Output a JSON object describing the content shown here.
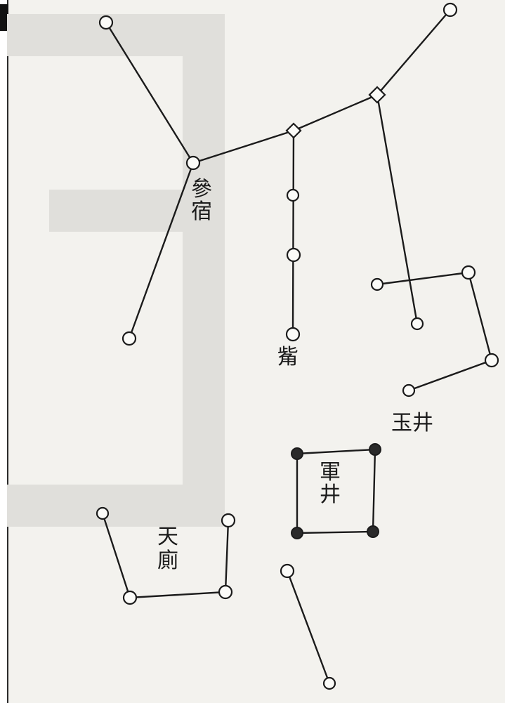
{
  "labels": {
    "shen_xiu": [
      "參",
      "宿"
    ],
    "zui": [
      "觜"
    ],
    "yu_jing": [
      "玉井"
    ],
    "jun_jing": [
      "軍",
      "井"
    ],
    "tian_ce": [
      "天",
      "廁"
    ]
  },
  "colors": {
    "paper": "#f3f2ee",
    "ink": "#1b1b1b",
    "watermark": "#e0dfdb"
  },
  "stars": {
    "open": "star-open",
    "filled": "star-filled"
  }
}
